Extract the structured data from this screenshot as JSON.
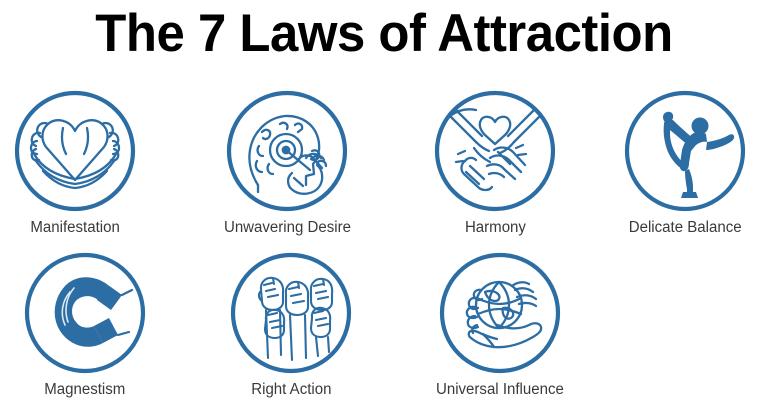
{
  "page": {
    "title": "The 7 Laws of Attraction",
    "background_color": "#ffffff",
    "accent_color": "#2c6da4",
    "title_color": "#000000",
    "caption_color": "#3a3a3a"
  },
  "laws": [
    {
      "index": "1",
      "label": "Manifestation",
      "icon": "hands-heart-icon",
      "row": "1"
    },
    {
      "index": "2",
      "label": "Unwavering Desire",
      "icon": "head-target-hand-icon",
      "row": "1"
    },
    {
      "index": "3",
      "label": "Harmony",
      "icon": "handshake-heart-icon",
      "row": "1"
    },
    {
      "index": "4",
      "label": "Delicate Balance",
      "icon": "yoga-dancer-pose-icon",
      "row": "1"
    },
    {
      "index": "5",
      "label": "Magnestism",
      "icon": "horseshoe-magnet-icon",
      "row": "2"
    },
    {
      "index": "6",
      "label": "Right Action",
      "icon": "raised-fists-icon",
      "row": "2"
    },
    {
      "index": "7",
      "label": "Universal Influence",
      "icon": "hands-globe-icon",
      "row": "2"
    }
  ]
}
